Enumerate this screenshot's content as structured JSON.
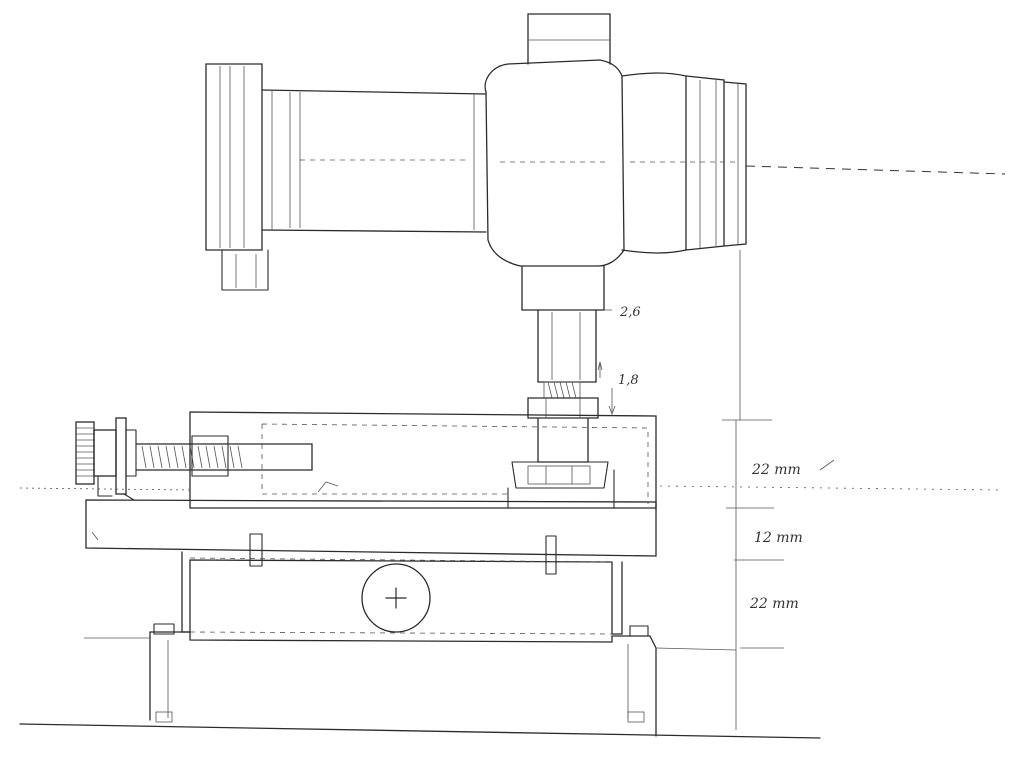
{
  "drawing": {
    "labels": {
      "dim_top": "2,6",
      "dim_gap": "1,8",
      "dim_22_upper": "22 mm",
      "dim_12": "12 mm",
      "dim_22_lower": "22 mm"
    }
  }
}
